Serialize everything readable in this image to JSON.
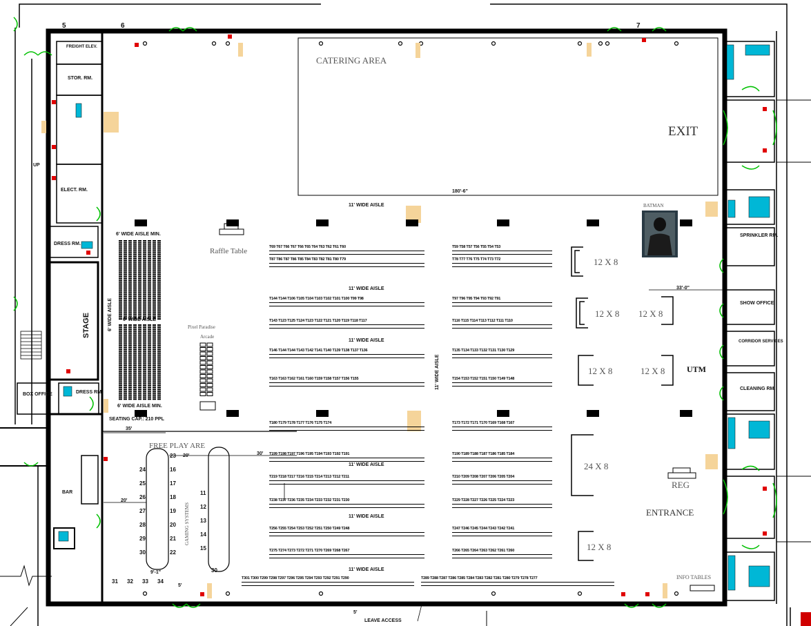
{
  "labels": {
    "catering": "CATERING AREA",
    "exit": "EXIT",
    "entrance": "ENTRANCE",
    "reg": "REG",
    "info_tables": "INFO TABLES",
    "batman": "BATMAN",
    "raffle": "Raffle Table",
    "arcade_line1": "Pixel Paradise",
    "arcade_line2": "Arcade",
    "free_play": "FREE PLAY ARE",
    "gaming_systems": "GAMING SYSTEMS",
    "stage": "STAGE",
    "seating": "SEATING CAP.: 210 PPL",
    "aisle_6_min_top": "6' WIDE AISLE MIN.",
    "aisle_6": "6' WIDE AISLE",
    "aisle_6_min_bottom": "6' WIDE AISLE MIN.",
    "aisle_6_vert": "6' WIDE AISLE",
    "aisle_11": "11' WIDE AISLE",
    "aisle_11_vert": "11' WIDE AISLE",
    "utm": "UTM",
    "dim_180": "180'-6\"",
    "dim_33": "33'-0\"",
    "dim_35": "35'",
    "dim_20a": "20'",
    "dim_20b": "20'",
    "dim_30": "30'",
    "dim_9": "9'-1\"",
    "dim_5": "5'",
    "dim_5b": "5'",
    "leave_access": "LEAVE ACCESS",
    "door_5": "5",
    "door_6": "6",
    "door_7": "7",
    "up": "UP",
    "bar": "BAR",
    "stor_rm": "STOR. RM.",
    "freight_elev": "FREIGHT ELEV.",
    "elect_rm": "ELECT. RM.",
    "dress_rm_1": "DRESS RM.",
    "dress_rm_2": "DRESS RM.",
    "box_office": "BOX OFFICE",
    "sprinkler_rm": "SPRINKLER RM.",
    "show_office": "SHOW OFFICE",
    "corridor": "CORRIDOR SERVICES",
    "cleaning": "CLEANING RM."
  },
  "spaces": [
    {
      "label": "12 X 8"
    },
    {
      "label": "12 X 8"
    },
    {
      "label": "12 X 8"
    },
    {
      "label": "12 X 8"
    },
    {
      "label": "12 X 8"
    },
    {
      "label": "24 X 8"
    },
    {
      "label": "12 X 8"
    }
  ],
  "booth_rows": [
    {
      "left": "T69 T67 T66 T67 T66 T65 T64 T63 T62 T61 T60",
      "right": "T59 T58 T57 T56 T55 T54 T53"
    },
    {
      "left": "T87 T86 T87 T86 T85 T84 T83 T82 T81 T80 T79",
      "right": "T78 T77 T76 T75 T74 T73 T72"
    },
    {
      "left": "T144 T144 T106 T105 T104 T103 T102 T101 T100 T99 T98",
      "right": "T97 T96 T95 T94 T93 T92 T91"
    },
    {
      "left": "T143 T123 T125 T124 T123 T122 T121 T120 T119 T118 T117",
      "right": "T116 T115 T114 T113 T112 T111 T110"
    },
    {
      "left": "T146 T144 T144 T143 T142 T141 T140 T139 T138 T137 T136",
      "right": "T135 T134 T133 T132 T131 T130 T129"
    },
    {
      "left": "T163 T163 T162 T161 T160 T159 T158 T157 T156 T155",
      "right": "T154 T153 T152 T151 T150 T149 T148"
    },
    {
      "left": "T180 T179 T178 T177 T176 T175 T174",
      "right": "T173 T172 T171 T170 T169 T168 T167"
    },
    {
      "left": "T199 T198 T197 T196 T195 T194 T193 T192 T191",
      "right": "T190 T189 T188 T187 T186 T185 T184"
    },
    {
      "left": "T219 T218 T217 T216 T215 T214 T213 T212 T211",
      "right": "T210 T209 T208 T207 T206 T205 T204"
    },
    {
      "left": "T238 T237 T236 T235 T234 T233 T232 T231 T230",
      "right": "T229 T228 T227 T226 T225 T224 T223"
    },
    {
      "left": "T256 T255 T254 T253 T252 T251 T250 T249 T248",
      "right": "T247 T246 T245 T244 T243 T242 T241"
    },
    {
      "left": "T275 T274 T273 T272 T271 T270 T269 T268 T267",
      "right": "T266 T265 T264 T263 T262 T261 T260"
    },
    {
      "left": "T301 T300 T299 T298 T297 T296 T295 T294 T293 T292 T291 T290",
      "right": "T289 T288 T287 T286 T285 T284 T283 T282 T281 T280 T279 T278 T277"
    }
  ],
  "gaming_numbers": {
    "left_col_a": [
      "24",
      "25",
      "26",
      "27",
      "28",
      "29",
      "30"
    ],
    "left_col_b": [
      "16",
      "17",
      "18",
      "19",
      "20",
      "21",
      "22"
    ],
    "right_col": [
      "11",
      "12",
      "13",
      "14",
      "15"
    ],
    "bottom": [
      "31",
      "32",
      "33",
      "34"
    ],
    "top_right": [
      "23"
    ],
    "right_bottom": [
      "30"
    ]
  },
  "colors": {
    "line": "#000000",
    "door": "#00c000",
    "marker_red": "#e00000",
    "table_tan": "#f5d49a",
    "water": "#00b7d6",
    "blue": "#2030d0"
  }
}
